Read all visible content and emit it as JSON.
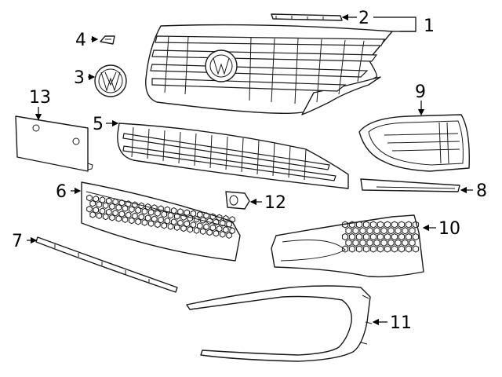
{
  "diagram": {
    "callouts": [
      {
        "id": "1",
        "text": "1"
      },
      {
        "id": "2",
        "text": "2"
      },
      {
        "id": "3",
        "text": "3"
      },
      {
        "id": "4",
        "text": "4"
      },
      {
        "id": "5",
        "text": "5"
      },
      {
        "id": "6",
        "text": "6"
      },
      {
        "id": "7",
        "text": "7"
      },
      {
        "id": "8",
        "text": "8"
      },
      {
        "id": "9",
        "text": "9"
      },
      {
        "id": "10",
        "text": "10"
      },
      {
        "id": "11",
        "text": "11"
      },
      {
        "id": "12",
        "text": "12"
      },
      {
        "id": "13",
        "text": "13"
      }
    ],
    "colors": {
      "line": "#1a1a1a",
      "background": "#ffffff"
    }
  }
}
